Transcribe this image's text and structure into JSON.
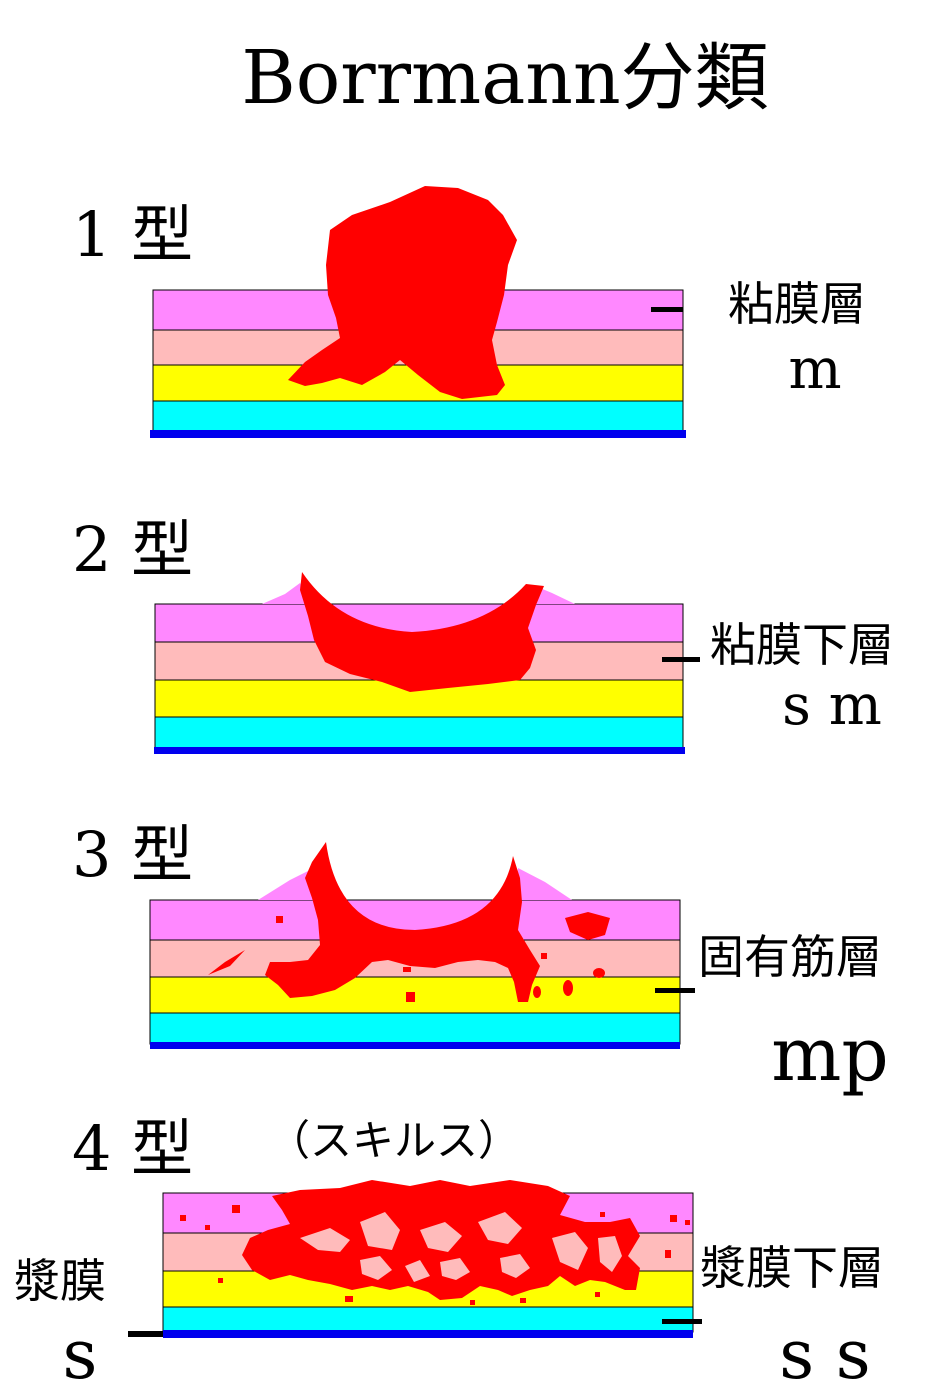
{
  "title": "Borrmann分類",
  "colors": {
    "mucosa": "#ff88ff",
    "submucosa": "#ffbbbb",
    "muscularis": "#ffff00",
    "subserosa": "#00ffff",
    "serosa": "#0000ee",
    "tumor": "#ff0000",
    "text": "#000000"
  },
  "types": [
    {
      "label": "1 型"
    },
    {
      "label": "2 型"
    },
    {
      "label": "3 型"
    },
    {
      "label": "4 型",
      "sublabel": "（スキルス）"
    }
  ],
  "layers": {
    "mucosa": {
      "name": "粘膜層",
      "abbr": "m"
    },
    "submucosa": {
      "name": "粘膜下層",
      "abbr": "s m"
    },
    "muscularis": {
      "name": "固有筋層",
      "abbr": "mp"
    },
    "subserosa": {
      "name": "漿膜下層",
      "abbr": "s s"
    },
    "serosa": {
      "name": "漿膜",
      "abbr": "s"
    }
  }
}
